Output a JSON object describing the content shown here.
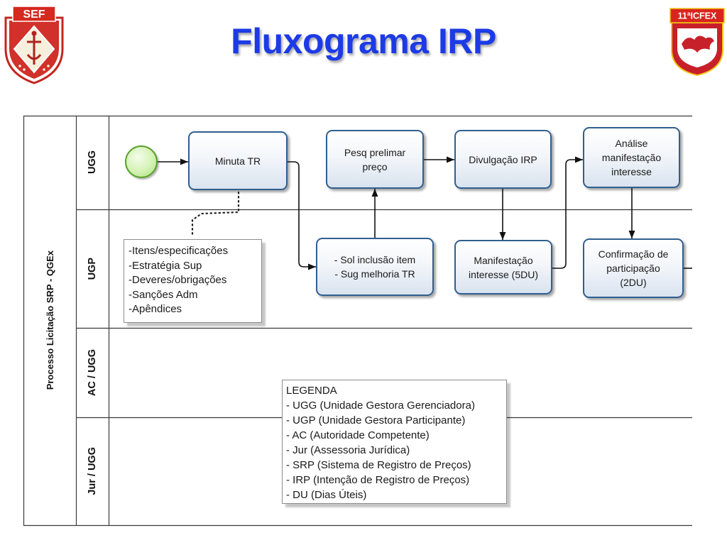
{
  "slide": {
    "title": "Fluxograma IRP",
    "logo_left": {
      "text": "SEF",
      "icon": "sef-shield-logo"
    },
    "logo_right": {
      "text": "11ªICFEX",
      "icon": "icfex-shield-logo"
    }
  },
  "pool": {
    "label": "Processo Licitação SRP - QGEx",
    "lanes": [
      {
        "label": "UGG"
      },
      {
        "label": "UGP"
      },
      {
        "label": "AC / UGG"
      },
      {
        "label": "Jur / UGG"
      }
    ]
  },
  "nodes": {
    "minuta": {
      "lines": [
        "Minuta TR"
      ]
    },
    "pesq": {
      "lines": [
        "Pesq prelimar",
        "preço"
      ]
    },
    "divulgacao": {
      "lines": [
        "Divulgação IRP"
      ]
    },
    "analise": {
      "lines": [
        "Análise",
        "manifestação",
        "interesse"
      ]
    },
    "sol": {
      "lines": [
        "- Sol inclusão item",
        "- Sug melhoria TR"
      ]
    },
    "manifestacao": {
      "lines": [
        "Manifestação",
        "interesse (5DU)"
      ]
    },
    "confirmacao": {
      "lines": [
        "Confirmação de",
        "participação",
        "(2DU)"
      ]
    }
  },
  "annotation": {
    "lines": [
      "-Itens/especificações",
      "-Estratégia Sup",
      "-Deveres/obrigações",
      "-Sanções Adm",
      "-Apêndices"
    ]
  },
  "legend": {
    "title": "LEGENDA",
    "items": [
      "- UGG (Unidade Gestora Gerenciadora)",
      "- UGP (Unidade Gestora Participante)",
      "- AC (Autoridade Competente)",
      "- Jur (Assessoria Jurídica)",
      "- SRP (Sistema de Registro de Preços)",
      "- IRP (Intenção de Registro de Preços)",
      "- DU (Dias Úteis)"
    ]
  },
  "colors": {
    "title": "#1c3be6",
    "task_border": "#2f5f8f",
    "start_stroke": "#5aa02c",
    "start_fill": "#d4f2b4",
    "logo_red": "#d42a1f",
    "logo_gold": "#f0c419"
  }
}
